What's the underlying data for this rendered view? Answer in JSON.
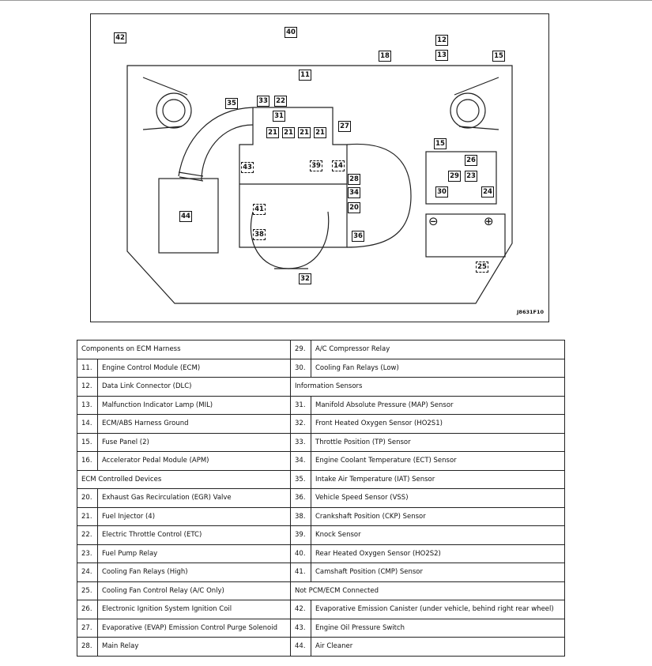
{
  "diagram": {
    "callouts": {
      "c42": "42",
      "c40": "40",
      "c12": "12",
      "c13": "13",
      "c18": "18",
      "c15a": "15",
      "c11": "11",
      "c35": "35",
      "c33": "33",
      "c22": "22",
      "c31": "31",
      "c21a": "21",
      "c21b": "21",
      "c21c": "21",
      "c21d": "21",
      "c27": "27",
      "c43": "43",
      "c39": "39",
      "c14": "14",
      "c28": "28",
      "c34": "34",
      "c20": "20",
      "c41": "41",
      "c38": "38",
      "c36": "36",
      "c32": "32",
      "c44": "44",
      "c15b": "15",
      "c26": "26",
      "c29": "29",
      "c23": "23",
      "c30": "30",
      "c24": "24",
      "c25": "25"
    },
    "battery_minus": "⊖",
    "battery_plus": "⊕",
    "figure_code": "J8631F10"
  },
  "legend": {
    "rows": [
      {
        "lh": "Components on ECM Harness",
        "rn": "29.",
        "rt": "A/C Compressor Relay"
      },
      {
        "ln": "11.",
        "lt": "Engine Control Module (ECM)",
        "rn": "30.",
        "rt": "Cooling Fan Relays (Low)"
      },
      {
        "ln": "12.",
        "lt": "Data Link Connector (DLC)",
        "rh": "Information Sensors"
      },
      {
        "ln": "13.",
        "lt": "Malfunction Indicator Lamp (MIL)",
        "rn": "31.",
        "rt": "Manifold Absolute Pressure (MAP) Sensor"
      },
      {
        "ln": "14.",
        "lt": "ECM/ABS Harness Ground",
        "rn": "32.",
        "rt": "Front Heated Oxygen Sensor (HO2S1)"
      },
      {
        "ln": "15.",
        "lt": "Fuse Panel (2)",
        "rn": "33.",
        "rt": "Throttle Position (TP) Sensor"
      },
      {
        "ln": "16.",
        "lt": "Accelerator Pedal Module (APM)",
        "rn": "34.",
        "rt": "Engine Coolant Temperature (ECT) Sensor"
      },
      {
        "lh": "ECM Controlled Devices",
        "rn": "35.",
        "rt": "Intake Air Temperature (IAT) Sensor"
      },
      {
        "ln": "20.",
        "lt": "Exhaust Gas Recirculation (EGR) Valve",
        "rn": "36.",
        "rt": "Vehicle Speed Sensor (VSS)"
      },
      {
        "ln": "21.",
        "lt": "Fuel Injector (4)",
        "rn": "38.",
        "rt": "Crankshaft Position (CKP) Sensor"
      },
      {
        "ln": "22.",
        "lt": "Electric Throttle Control (ETC)",
        "rn": "39.",
        "rt": "Knock Sensor"
      },
      {
        "ln": "23.",
        "lt": "Fuel Pump Relay",
        "rn": "40.",
        "rt": "Rear Heated Oxygen Sensor (HO2S2)"
      },
      {
        "ln": "24.",
        "lt": "Cooling Fan Relays (High)",
        "rn": "41.",
        "rt": "Camshaft Position (CMP) Sensor"
      },
      {
        "ln": "25.",
        "lt": "Cooling Fan Control Relay (A/C Only)",
        "rh": "Not PCM/ECM Connected"
      },
      {
        "ln": "26.",
        "lt": "Electronic Ignition System Ignition Coil",
        "rn": "42.",
        "rt": "Evaporative Emission Canister (under vehicle, behind right rear wheel)"
      },
      {
        "ln": "27.",
        "lt": "Evaporative (EVAP) Emission Control Purge Solenoid",
        "rn": "43.",
        "rt": "Engine Oil Pressure Switch"
      },
      {
        "ln": "28.",
        "lt": "Main Relay",
        "rn": "44.",
        "rt": "Air Cleaner"
      }
    ]
  }
}
